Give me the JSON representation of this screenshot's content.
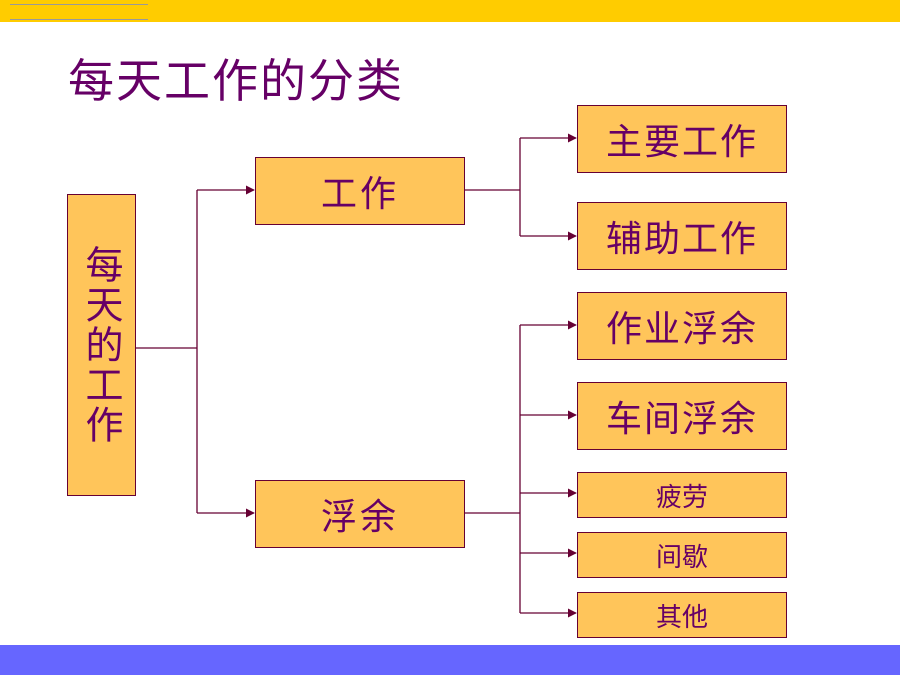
{
  "title": "每天工作的分类",
  "root": "每天的工作",
  "branches": {
    "work": {
      "label": "工作",
      "children": [
        "主要工作",
        "辅助工作"
      ]
    },
    "slack": {
      "label": "浮余",
      "children": [
        "作业浮余",
        "车间浮余",
        "疲劳",
        "间歇",
        "其他"
      ]
    }
  },
  "colors": {
    "top_band": "#FFCC00",
    "bottom_band": "#6666FF",
    "box_fill": "#FFC55A",
    "text": "#660066",
    "line": "#660033"
  }
}
